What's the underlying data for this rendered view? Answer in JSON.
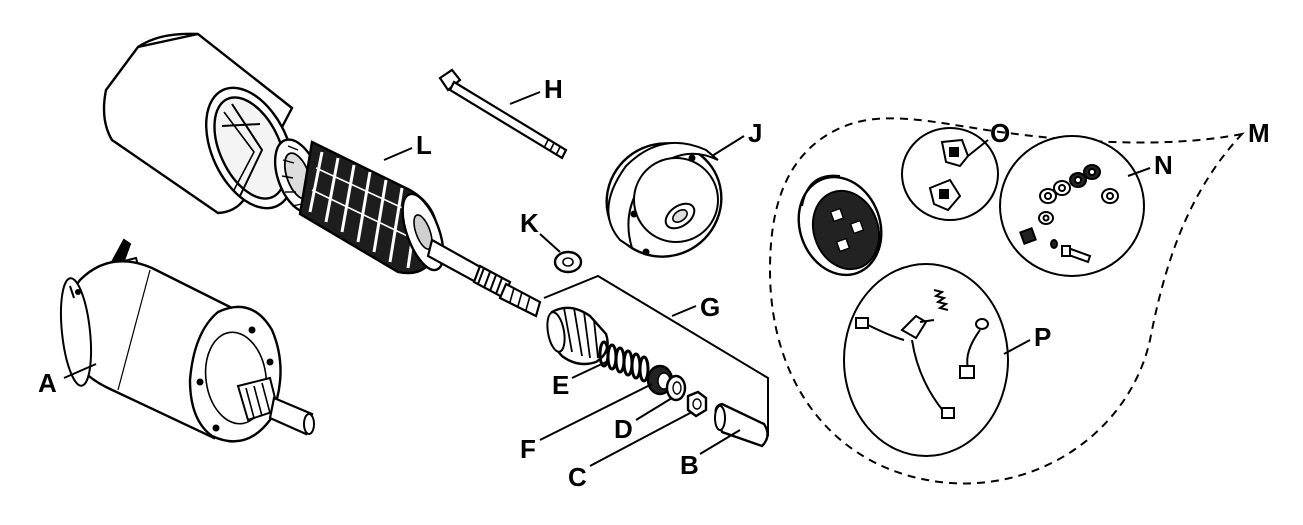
{
  "title": "",
  "colors": {
    "ink": "#000000",
    "paper": "#ffffff",
    "light_fill": "#f5f5f5",
    "mid_fill": "#d8d8d8",
    "dark_fill": "#222222"
  },
  "callouts": {
    "A": "A",
    "B": "B",
    "C": "C",
    "D": "D",
    "E": "E",
    "F": "F",
    "G": "G",
    "H": "H",
    "J": "J",
    "K": "K",
    "L": "L",
    "M": "M",
    "N": "N",
    "O": "O",
    "P": "P"
  }
}
